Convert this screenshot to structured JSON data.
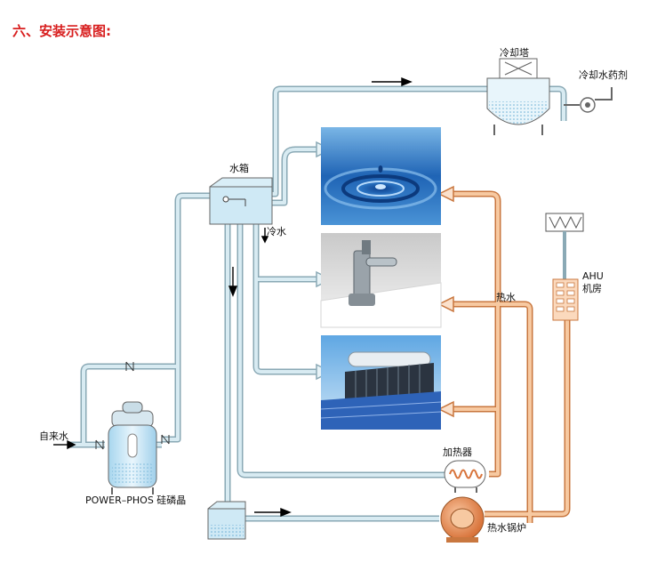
{
  "title": "六、安装示意图:",
  "labels": {
    "cooling_tower": "冷却塔",
    "cooling_chemical": "冷却水药剂",
    "water_tank": "水箱",
    "cold_water": "冷水",
    "hot_water": "热水",
    "ahu_line1": "AHU",
    "ahu_line2": "机房",
    "tap_water": "自来水",
    "filter_label": "POWER–PHOS 硅磷晶",
    "heater": "加热器",
    "boiler": "热水锅炉"
  },
  "colors": {
    "pipe_cold": "#a8c6d2",
    "pipe_hot": "#ee9f64",
    "title": "#d81e1e"
  }
}
